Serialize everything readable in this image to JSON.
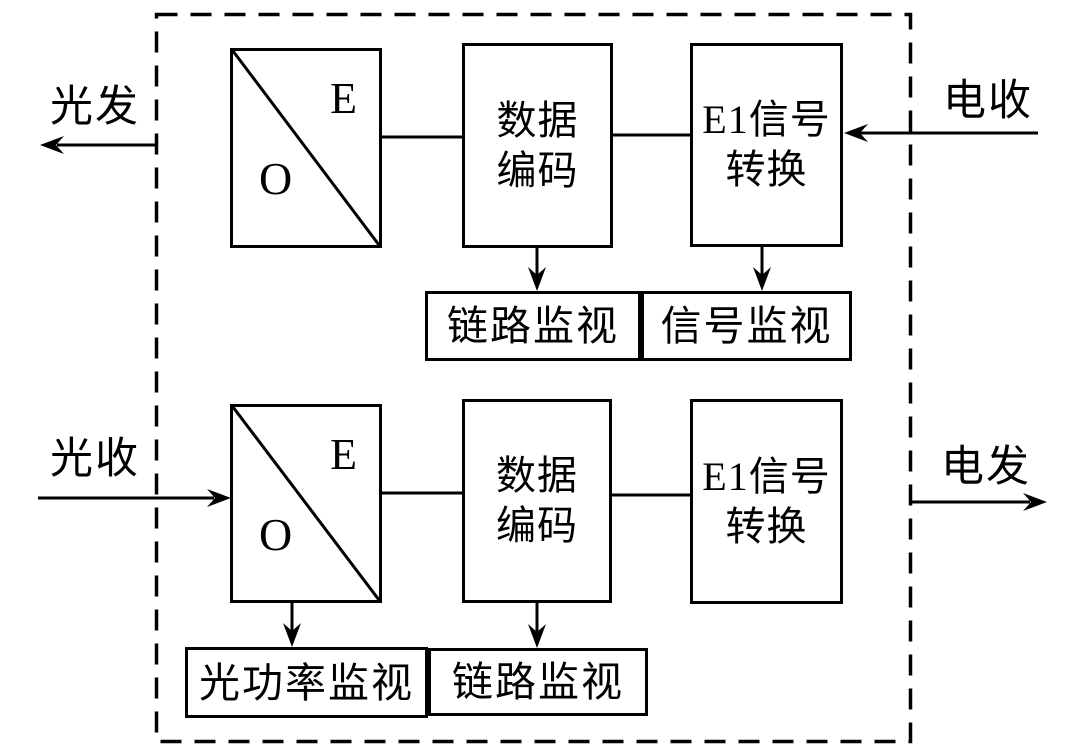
{
  "diagram": {
    "ports": {
      "optical_tx": "光发",
      "electrical_rx": "电收",
      "optical_rx": "光收",
      "electrical_tx": "电发"
    },
    "converter": {
      "electrical": "E",
      "optical": "O"
    },
    "top_path": {
      "encoder": {
        "line1": "数据",
        "line2": "编码"
      },
      "e1_converter": {
        "line1": "E1信号",
        "line2": "转换"
      },
      "link_monitor": "链路监视",
      "signal_monitor": "信号监视"
    },
    "bottom_path": {
      "encoder": {
        "line1": "数据",
        "line2": "编码"
      },
      "e1_converter": {
        "line1": "E1信号",
        "line2": "转换"
      },
      "optical_power_monitor": "光功率监视",
      "link_monitor": "链路监视"
    },
    "colors": {
      "line": "#000000",
      "background": "#ffffff"
    }
  }
}
